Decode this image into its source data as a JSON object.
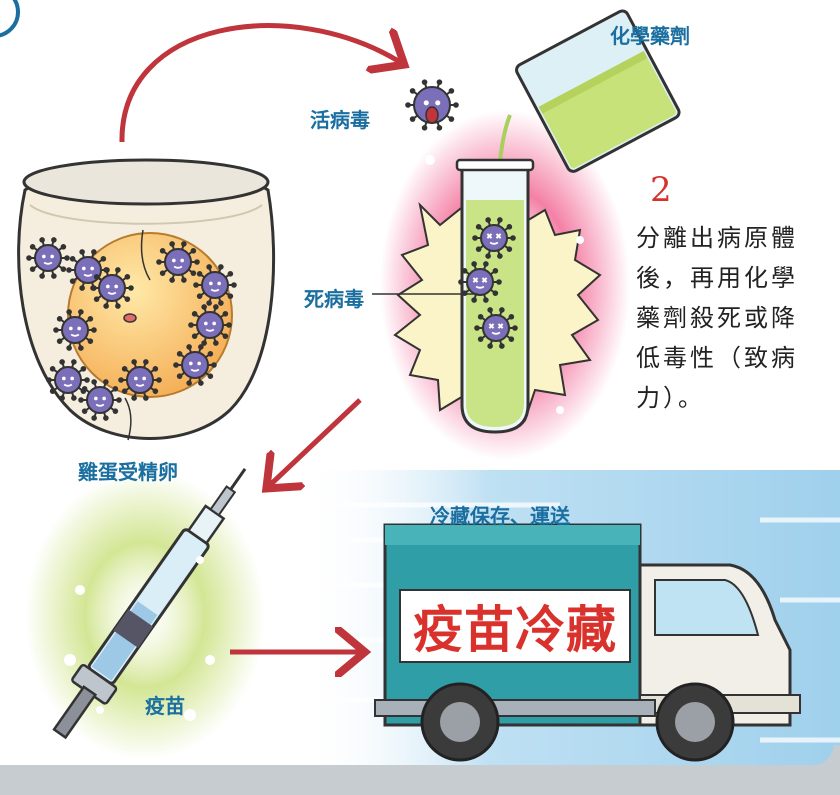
{
  "labels": {
    "chemical": "化學藥劑",
    "live_virus": "活病毒",
    "dead_virus": "死病毒",
    "egg": "雞蛋受精卵",
    "cold_storage": "冷藏保存、運送",
    "vaccine": "疫苗"
  },
  "step": {
    "number": "2",
    "text": "分離出病原體後，再用化學藥劑殺死或降低毒性（致病力）。"
  },
  "truck": {
    "sign": "疫苗冷藏"
  },
  "colors": {
    "label_blue": "#1a6fa0",
    "arrow_red": "#c0343c",
    "sign_red": "#d9322d",
    "truck_teal": "#2f9ea6",
    "virus_purple": "#7a6fb8"
  }
}
